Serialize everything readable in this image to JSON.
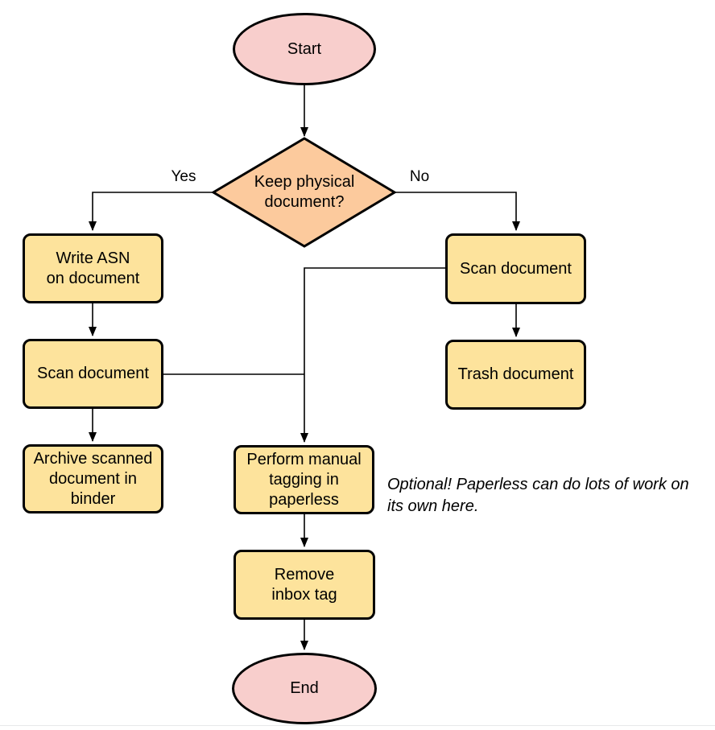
{
  "colors": {
    "terminal_fill": "#f8cecc",
    "decision_fill": "#fcca9d",
    "process_fill": "#fde39c",
    "stroke": "#000000",
    "text": "#000000"
  },
  "nodes": {
    "start": "Start",
    "decision": "Keep physical\ndocument?",
    "write_asn": "Write ASN\non document",
    "scan_left": "Scan document",
    "archive": "Archive scanned\ndocument in\nbinder",
    "scan_right": "Scan document",
    "trash": "Trash document",
    "tagging": "Perform manual\ntagging in\npaperless",
    "remove_inbox": "Remove\ninbox tag",
    "end": "End"
  },
  "edge_labels": {
    "yes": "Yes",
    "no": "No"
  },
  "note": "Optional! Paperless can do lots of work on\nits own here."
}
